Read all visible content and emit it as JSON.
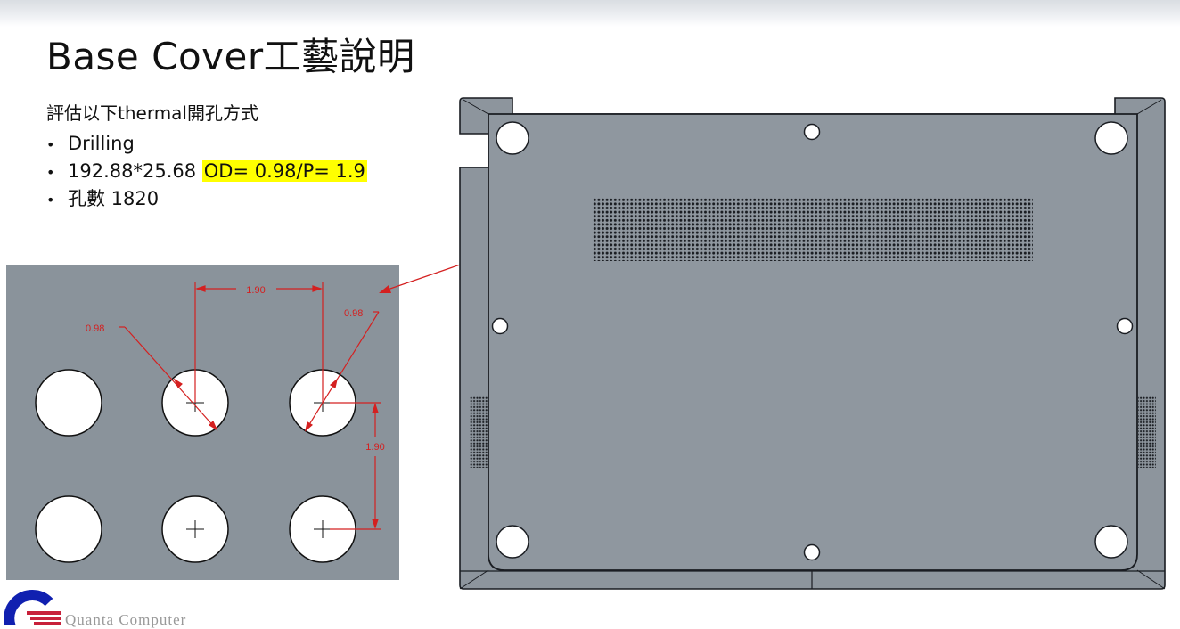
{
  "slide": {
    "title": "Base Cover工藝說明",
    "subtitle": "評估以下thermal開孔方式",
    "bullets": [
      {
        "text": "Drilling",
        "highlight": ""
      },
      {
        "text": "192.88*25.68 ",
        "highlight": "OD= 0.98/P= 1.9"
      },
      {
        "text": "孔數 1820",
        "highlight": ""
      }
    ],
    "bullet_symbol": "•"
  },
  "detail_drawing": {
    "pitch_horizontal_label": "1.90",
    "pitch_vertical_label": "1.90",
    "diameter_label_left": "0.98",
    "diameter_label_right": "0.98"
  },
  "logo": {
    "text": "Quanta Computer"
  },
  "colors": {
    "highlight": "#ffff00",
    "dimension": "#d42020",
    "part_gray": "#8d959d",
    "panel_gray": "#8a939b"
  }
}
